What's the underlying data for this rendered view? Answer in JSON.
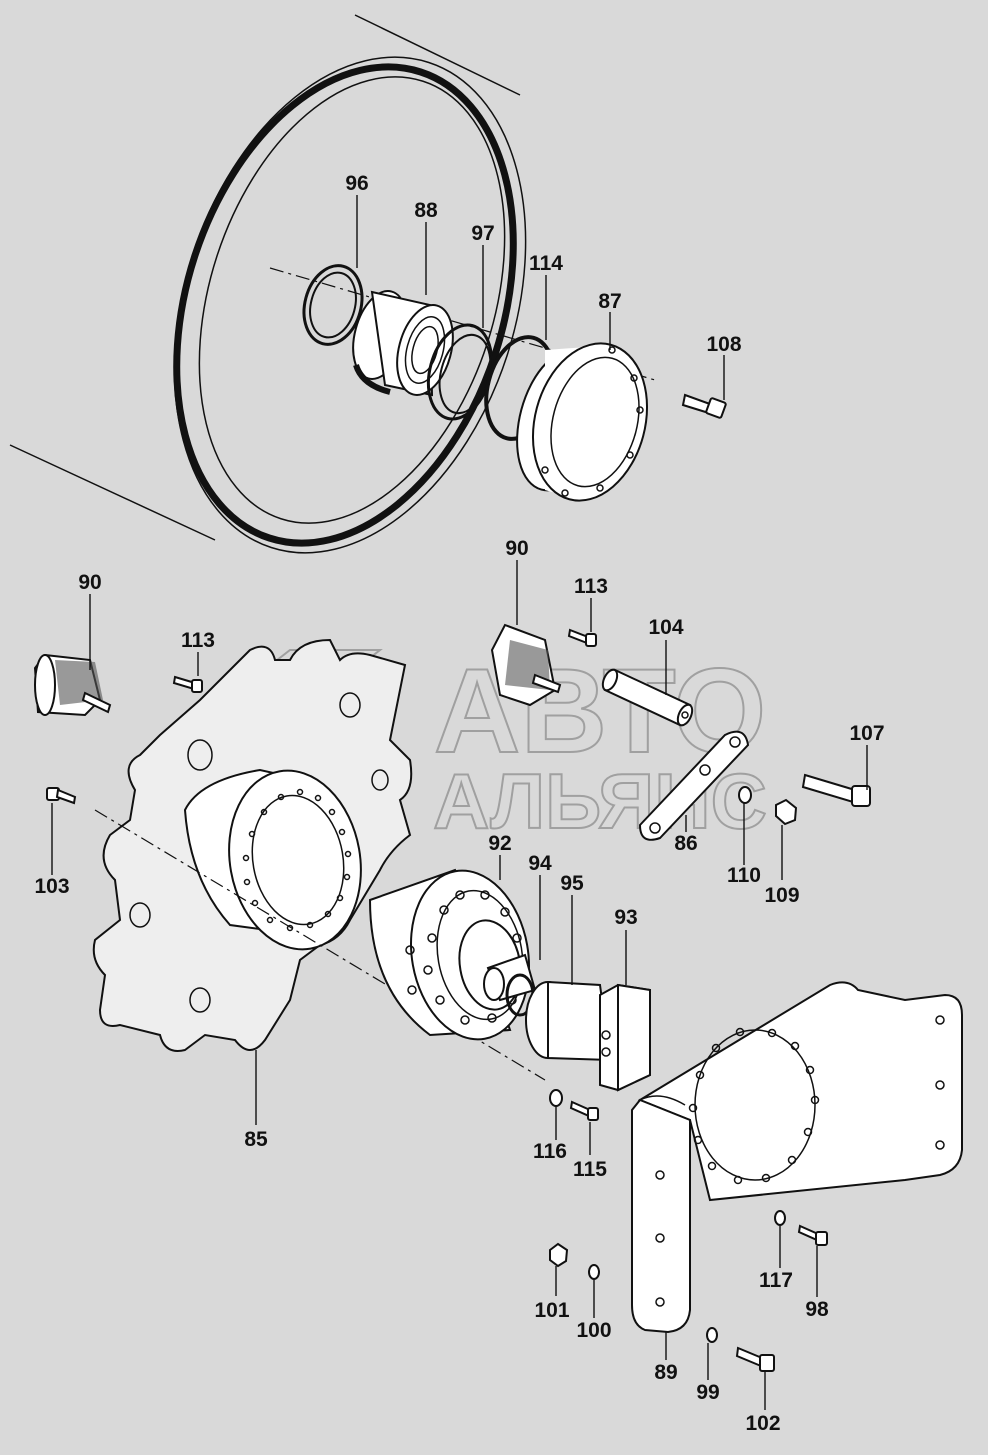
{
  "watermark": {
    "line1": "АВТО",
    "line2": "АЛЬЯНС"
  },
  "callouts": [
    {
      "id": "c96",
      "text": "96"
    },
    {
      "id": "c88",
      "text": "88"
    },
    {
      "id": "c97",
      "text": "97"
    },
    {
      "id": "c114",
      "text": "114"
    },
    {
      "id": "c87",
      "text": "87"
    },
    {
      "id": "c108",
      "text": "108"
    },
    {
      "id": "c90a",
      "text": "90"
    },
    {
      "id": "c113a",
      "text": "113"
    },
    {
      "id": "c90b",
      "text": "90"
    },
    {
      "id": "c113b",
      "text": "113"
    },
    {
      "id": "c104",
      "text": "104"
    },
    {
      "id": "c107",
      "text": "107"
    },
    {
      "id": "c103",
      "text": "103"
    },
    {
      "id": "c92",
      "text": "92"
    },
    {
      "id": "c94",
      "text": "94"
    },
    {
      "id": "c95",
      "text": "95"
    },
    {
      "id": "c86",
      "text": "86"
    },
    {
      "id": "c110",
      "text": "110"
    },
    {
      "id": "c109",
      "text": "109"
    },
    {
      "id": "c93",
      "text": "93"
    },
    {
      "id": "c85",
      "text": "85"
    },
    {
      "id": "c116",
      "text": "116"
    },
    {
      "id": "c115",
      "text": "115"
    },
    {
      "id": "c117",
      "text": "117"
    },
    {
      "id": "c98",
      "text": "98"
    },
    {
      "id": "c101",
      "text": "101"
    },
    {
      "id": "c100",
      "text": "100"
    },
    {
      "id": "c89",
      "text": "89"
    },
    {
      "id": "c99",
      "text": "99"
    },
    {
      "id": "c102",
      "text": "102"
    }
  ]
}
